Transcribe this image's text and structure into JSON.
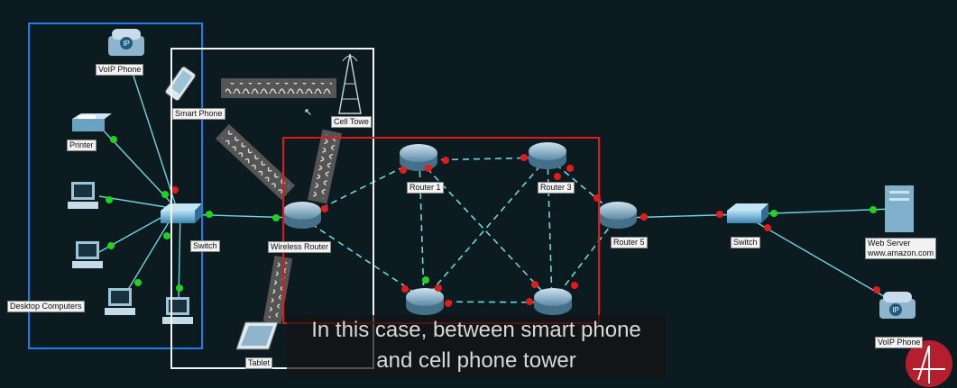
{
  "labels": {
    "voip_phone_left": "VoIP Phone",
    "printer": "Printer",
    "smart_phone": "Smart Phone",
    "cell_tower": "Cell Towe",
    "switch_left": "Switch",
    "wireless_router": "Wireless Router",
    "router1": "Router 1",
    "router3": "Router 3",
    "router5": "Router 5",
    "switch_right": "Switch",
    "web_server_line1": "Web Server",
    "web_server_line2": "www.amazon.com",
    "desktop_computers": "Desktop Computers",
    "tablet": "Tablet",
    "voip_phone_right": "VoIP Phone"
  },
  "caption": {
    "line1": "In this case, between smart phone",
    "line2": "and cell phone tower"
  },
  "colors": {
    "zone_end_devices": "#1e7fe8",
    "zone_wireless": "#f4f4f4",
    "zone_routers": "#e3161b",
    "link_line": "#6fd3e0",
    "port_up": "#1fd41f",
    "port_down": "#e31b1b"
  },
  "icons": [
    "voip-phone-icon",
    "printer-icon",
    "desktop-icon",
    "switch-icon",
    "smart-phone-icon",
    "cell-tower-icon",
    "wireless-router-icon",
    "router-icon",
    "server-icon",
    "tablet-icon",
    "logo-icon"
  ]
}
